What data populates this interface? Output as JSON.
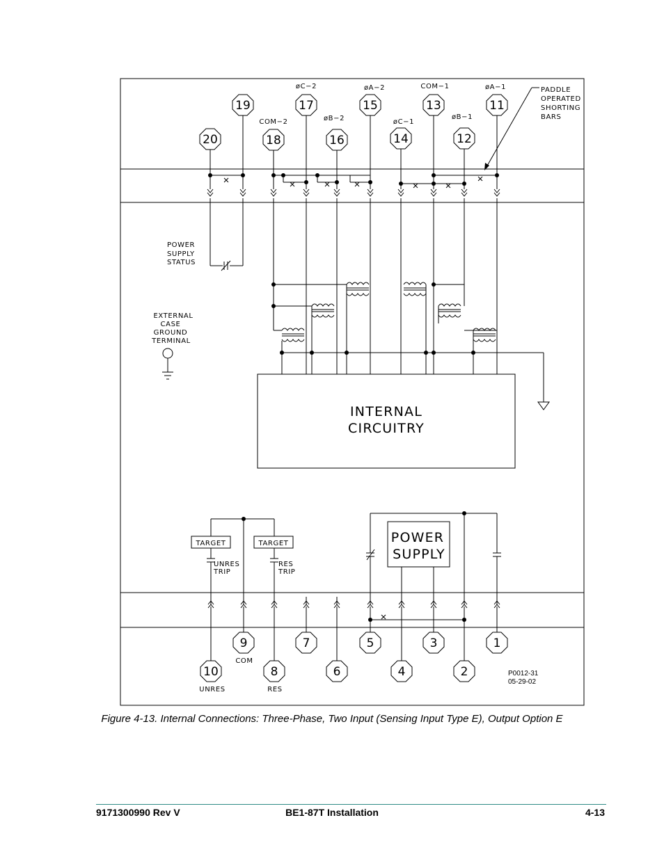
{
  "terminals": {
    "t1": "1",
    "t2": "2",
    "t3": "3",
    "t4": "4",
    "t5": "5",
    "t6": "6",
    "t7": "7",
    "t8": "8",
    "t9": "9",
    "t10": "10",
    "t11": "11",
    "t12": "12",
    "t13": "13",
    "t14": "14",
    "t15": "15",
    "t16": "16",
    "t17": "17",
    "t18": "18",
    "t19": "19",
    "t20": "20"
  },
  "top_labels": {
    "phase_c2": "øC−2",
    "phase_a2": "øA−2",
    "com1": "COM−1",
    "phase_a1": "øA−1",
    "com2": "COM−2",
    "phase_b2": "øB−2",
    "phase_c1": "øC−1",
    "phase_b1": "øB−1"
  },
  "paddle_label": [
    "PADDLE",
    "OPERATED",
    "SHORTING",
    "BARS"
  ],
  "power_supply_status": [
    "POWER",
    "SUPPLY",
    "STATUS"
  ],
  "external_ground": [
    "EXTERNAL",
    "CASE",
    "GROUND",
    "TERMINAL"
  ],
  "internal_block": [
    "INTERNAL",
    "CIRCUITRY"
  ],
  "power_supply_block": [
    "POWER",
    "SUPPLY"
  ],
  "targets": {
    "unres": "TARGET",
    "res": "TARGET"
  },
  "trip_labels": {
    "unres": [
      "UNRES",
      "TRIP"
    ],
    "res": [
      "RES",
      "TRIP"
    ]
  },
  "bottom_labels": {
    "unres": "UNRES",
    "com": "COM",
    "res": "RES"
  },
  "drawing_id": [
    "P0012-31",
    "05-29-02"
  ],
  "caption": "Figure 4-13. Internal Connections: Three-Phase, Two Input (Sensing Input Type E), Output Option E",
  "footer": {
    "left": "9171300990 Rev V",
    "center": "BE1-87T Installation",
    "right": "4-13"
  }
}
